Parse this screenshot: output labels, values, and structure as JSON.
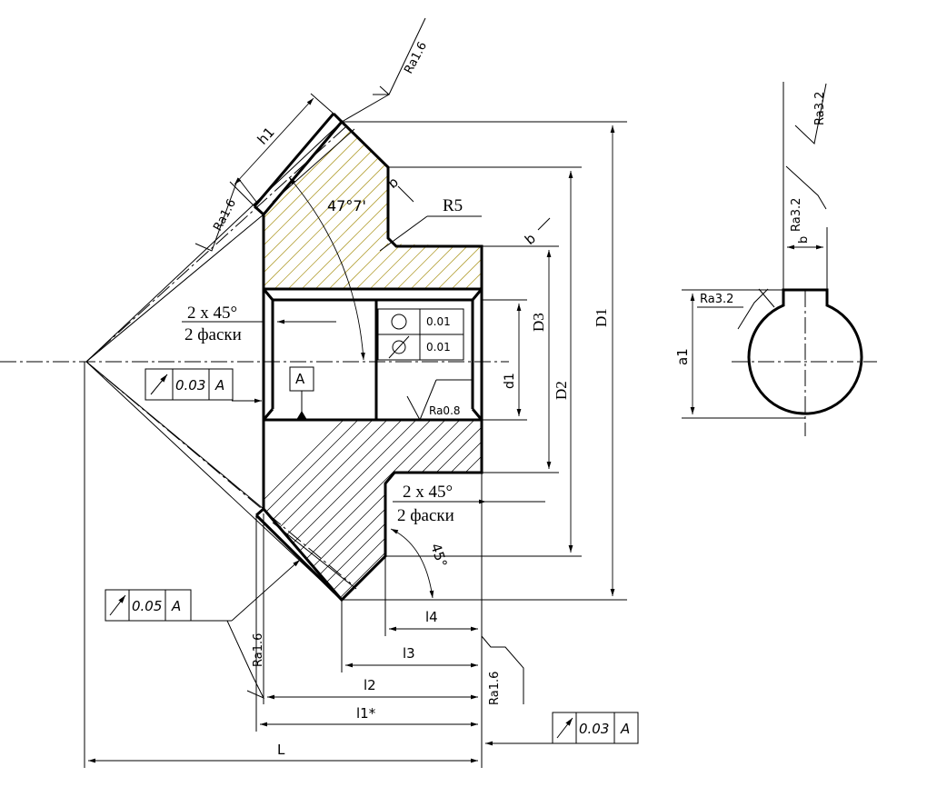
{
  "drawing": {
    "dims": {
      "D1": "D1",
      "D2": "D2",
      "D3": "D3",
      "d1": "d1",
      "a1": "a1",
      "b": "b",
      "h1": "h1",
      "L": "L",
      "l1": "l1*",
      "l2": "l2",
      "l3": "l3",
      "l4": "l4",
      "R5": "R5",
      "angle_47": "47°7'",
      "angle_45": "45°"
    },
    "chamfer_top": {
      "line1": "2 x 45°",
      "line2": "2 фаски"
    },
    "chamfer_bottom": {
      "line1": "2 x 45°",
      "line2": "2 фаски"
    },
    "roughness": {
      "top_tip": "Ra1.6",
      "left_face": "Ra1.6",
      "bore": "Ra0.8",
      "lower_left": "Ra1.6",
      "right_face": "Ra1.6",
      "key_top": "Ra3.2",
      "key_side": "Ra3.2",
      "key_bore": "Ra3.2"
    },
    "tolerances": {
      "bore_table": {
        "row1": {
          "symbol": "○",
          "value": "0.01"
        },
        "row2": {
          "symbol": "⌭",
          "value": "0.01"
        }
      },
      "runout_left": {
        "value": "0.03",
        "datum": "A"
      },
      "runout_bottom": {
        "value": "0.05",
        "datum": "A"
      },
      "runout_right": {
        "value": "0.03",
        "datum": "A"
      }
    },
    "datum": "A"
  }
}
